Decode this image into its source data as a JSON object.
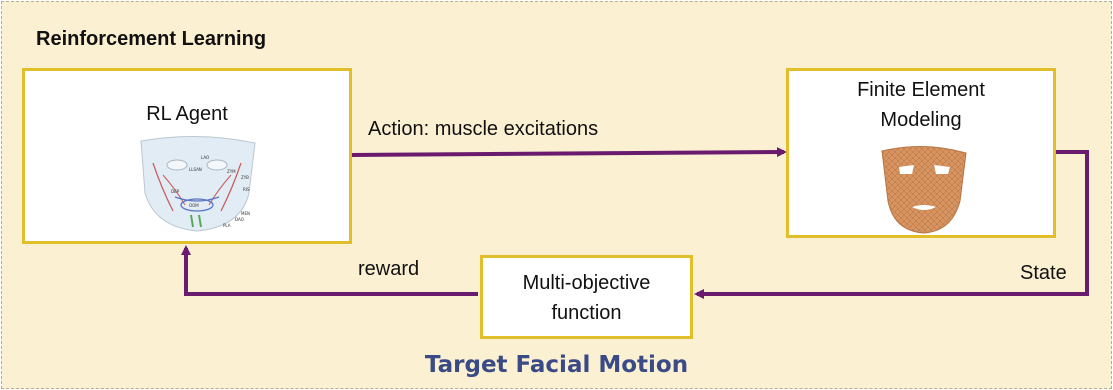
{
  "diagram": {
    "title": "Reinforcement Learning",
    "footer": "Target Facial Motion",
    "nodes": {
      "agent": {
        "label": "RL Agent",
        "image": "face-muscle-model"
      },
      "fem": {
        "label_lines": [
          "Finite Element",
          "Modeling"
        ],
        "image": "face-mesh"
      },
      "objective": {
        "label_lines": [
          "Multi-objective",
          "function"
        ]
      }
    },
    "edges": {
      "action": "Action: muscle excitations",
      "state": "State",
      "reward": "reward"
    },
    "face_labels": [
      "LAO",
      "LLSAN",
      "ZYM",
      "ZYB",
      "RIS",
      "DEP",
      "OOM",
      "MEN",
      "DAO",
      "PLA"
    ]
  },
  "colors": {
    "panel": "#fbf0d2",
    "box_border": "#e0bf2a",
    "arrow": "#6a1b6e",
    "footer_text": "#3a4a86"
  }
}
